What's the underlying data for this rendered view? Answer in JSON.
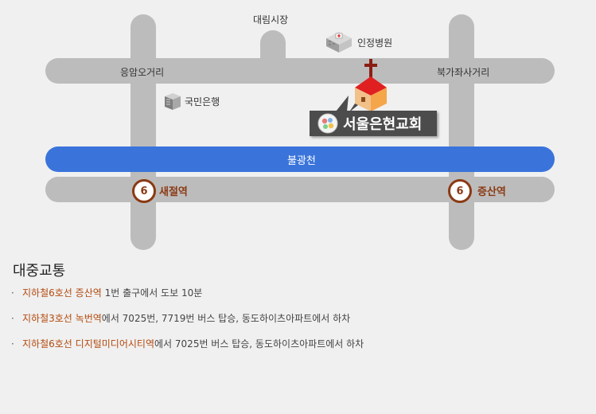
{
  "map": {
    "landmarks": {
      "market": "대림시장",
      "hospital": "인정병원",
      "bank": "국민은행"
    },
    "intersections": {
      "west": "응암오거리",
      "east": "북가좌사거리"
    },
    "river": "불광천",
    "church_name": "서울은현교회",
    "stations": [
      {
        "line": "6",
        "name": "새절역"
      },
      {
        "line": "6",
        "name": "증산역"
      }
    ]
  },
  "transit": {
    "title": "대중교통",
    "bullet": "·",
    "items": [
      {
        "highlight": "지하철6호선 증산역",
        "rest": " 1번 출구에서 도보 10분"
      },
      {
        "highlight": "지하철3호선 녹번역",
        "rest": "에서 7025번, 7719번 버스 탑승, 동도하이츠아파트에서 하차"
      },
      {
        "highlight": "지하철6호선 디지털미디어시티역",
        "rest": "에서 7025번 버스 탑승, 동도하이츠아파트에서 하차"
      }
    ]
  },
  "colors": {
    "road": "#bdbcbc",
    "river": "#3a74db",
    "station": "#8a3a14",
    "highlight": "#b34a0e",
    "church_label_bg": "#4c4c4c",
    "church_roof": "#e02020"
  },
  "icons": {
    "hospital": "hospital-building-icon",
    "bank": "bank-building-icon",
    "church": "church-icon",
    "emblem": "church-emblem-icon"
  }
}
